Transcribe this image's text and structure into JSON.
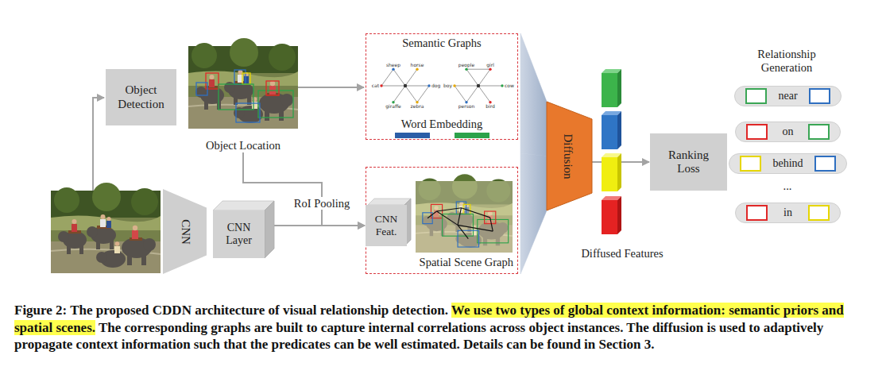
{
  "diagram": {
    "caption": "Figure 2: The proposed CDDN architecture of visual relationship detection. We use two types of global context information: semantic priors and spatial scenes. The corresponding graphs are built to capture internal correlations across object instances. The diffusion is used to adaptively propagate context information such that the predicates can be well estimated. Details can be found in Section 3.",
    "nodes": [
      {
        "text": [
          "Object Detection"
        ]
      },
      {
        "text": [
          "Object Location"
        ]
      },
      {
        "text": [
          "Semantic Graphs",
          "Word Embedding"
        ]
      },
      {
        "text": [
          "CNN"
        ]
      },
      {
        "text": [
          "CNN Layer"
        ]
      },
      {
        "text": [
          "Spatial Scene Graph"
        ]
      },
      {
        "text": [
          "CNN Feat."
        ],
        "in": 5
      },
      {
        "text": [
          "Diffusion"
        ]
      },
      {
        "text": [
          "Ranking Loss"
        ]
      },
      {
        "text": [
          "near"
        ]
      },
      {
        "text": [
          "on"
        ]
      },
      {
        "text": [
          "behind"
        ]
      },
      {
        "text": [
          "in"
        ]
      }
    ],
    "edges": [
      {
        "from": 1,
        "to": 2,
        "arrow": "to"
      },
      {
        "from": 1,
        "to": 6,
        "label": "RoI Pooling",
        "arrow": "to"
      },
      {
        "from": 4,
        "to": 6,
        "arrow": "to"
      },
      {
        "from": 2,
        "to": 7,
        "arrow": "none"
      },
      {
        "from": 5,
        "to": 7,
        "arrow": "none"
      },
      {
        "from": 7,
        "to": 8,
        "arrow": "to"
      }
    ],
    "labels": [
      "Relationship Generation",
      "...",
      "Diffused Features",
      "dog",
      "zebra",
      "giraffe",
      "cat",
      "sheep",
      "horse",
      "cow",
      "bird",
      "person",
      "boy",
      "people",
      "girl"
    ]
  }
}
